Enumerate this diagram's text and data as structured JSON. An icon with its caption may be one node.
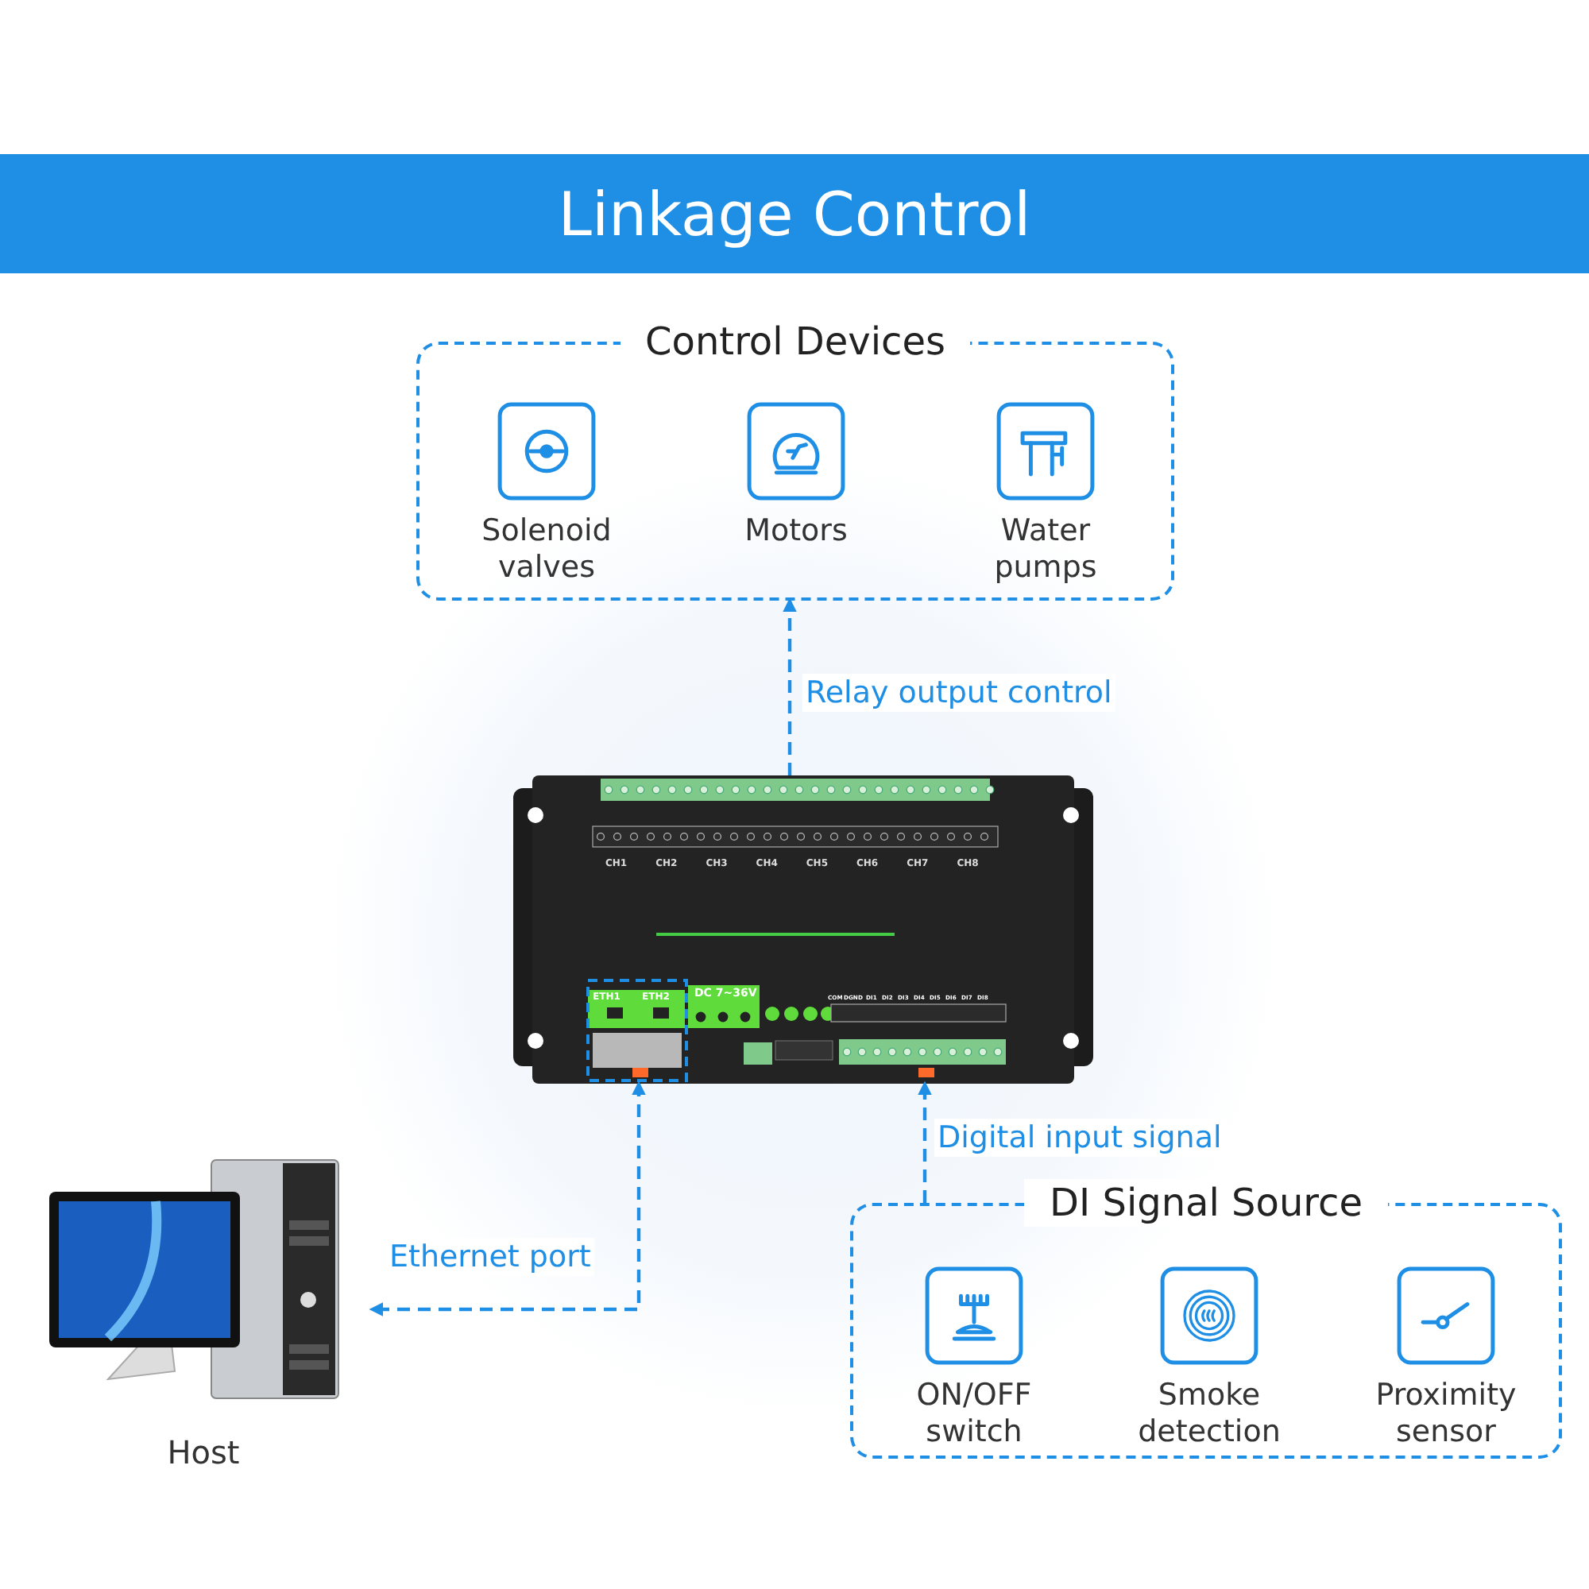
{
  "diagram": {
    "title": "Linkage Control",
    "nodes": [
      {
        "text": [
          "Control Devices"
        ]
      },
      {
        "text": [
          "Solenoid valves"
        ],
        "in": 0
      },
      {
        "text": [
          "Motors"
        ],
        "in": 0
      },
      {
        "text": [
          "Water pumps"
        ],
        "in": 0
      },
      {
        "text": [],
        "shape": "picture"
      },
      {
        "text": [
          "Host"
        ]
      },
      {
        "text": [
          "DI Signal Source"
        ]
      },
      {
        "text": [
          "ON/OFF switch"
        ],
        "in": 6
      },
      {
        "text": [
          "Smoke detection"
        ],
        "in": 6
      },
      {
        "text": [
          "Proximity sensor"
        ],
        "in": 6
      }
    ],
    "edges": [
      {
        "from": 4,
        "to": 0,
        "arrow": "to",
        "label": "Relay output control",
        "style": "dashed"
      },
      {
        "from": 4,
        "to": 5,
        "arrow": "both",
        "label": "Ethernet port",
        "style": "dashed"
      },
      {
        "from": 6,
        "to": 4,
        "arrow": "to",
        "label": "Digital input signal",
        "style": "dashed"
      }
    ],
    "labels": [
      "CH1",
      "CH2",
      "CH3",
      "CH4",
      "CH5",
      "CH6",
      "CH7",
      "CH8",
      "ETH1",
      "ETH2",
      "DC 7~36V",
      "COM",
      "DGND",
      "DI1",
      "DI2",
      "DI3",
      "DI4",
      "DI5",
      "DI6",
      "DI7",
      "DI8"
    ]
  }
}
